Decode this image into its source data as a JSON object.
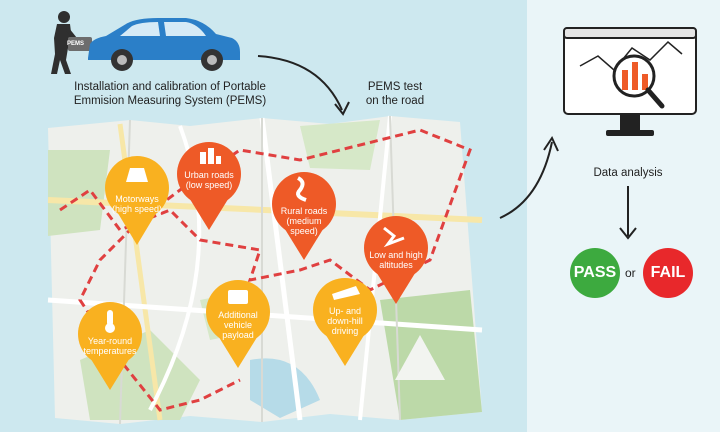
{
  "car": {
    "device_label": "PEMS"
  },
  "captions": {
    "installation": "Installation and calibration of Portable Emmision Measuring System (PEMS)",
    "test_line1": "PEMS test",
    "test_line2": "on the road",
    "analysis": "Data analysis"
  },
  "pins": {
    "motorways": {
      "line1": "Motorways",
      "line2": "(high speed)",
      "color": "#f9b120"
    },
    "urban": {
      "line1": "Urban roads",
      "line2": "(low speed)",
      "color": "#ee5a27"
    },
    "rural": {
      "line1": "Rural roads",
      "line2": "(medium",
      "line3": "speed)",
      "color": "#ee5a27"
    },
    "altitudes": {
      "line1": "Low and high",
      "line2": "altitudes",
      "color": "#ee5a27"
    },
    "uphill": {
      "line1": "Up- and",
      "line2": "down-hill",
      "line3": "driving",
      "color": "#f9b120"
    },
    "payload": {
      "line1": "Additional",
      "line2": "vehicle",
      "line3": "payload",
      "color": "#f9b120"
    },
    "temperatures": {
      "line1": "Year-round",
      "line2": "temperatures",
      "color": "#f9b120"
    }
  },
  "result": {
    "pass": "PASS",
    "or": "or",
    "fail": "FAIL",
    "pass_color": "#3daa3f",
    "fail_color": "#e8282b"
  },
  "colors": {
    "background": "#cde8ef",
    "panel": "#eaf5f8",
    "car": "#2b7fc8",
    "route": "#e04040",
    "arrow": "#222222"
  }
}
